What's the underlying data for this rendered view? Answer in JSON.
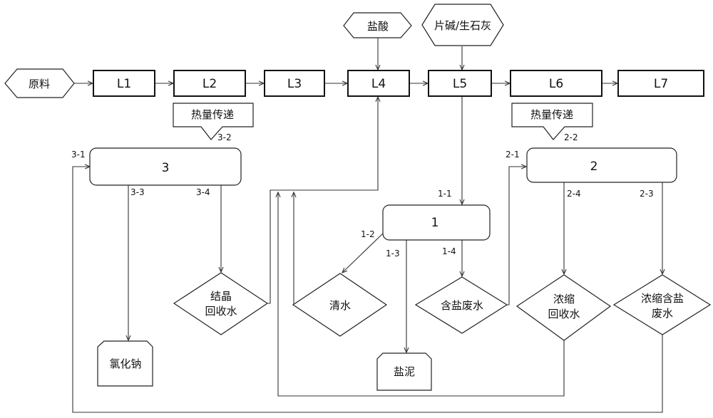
{
  "nodes": {
    "raw": "原料",
    "l1": "L1",
    "l2": "L2",
    "l3": "L3",
    "l4": "L4",
    "l5": "L5",
    "l6": "L6",
    "l7": "L7",
    "hcl": "盐酸",
    "alkali": "片碱/生石灰",
    "heat_left": "热量传递",
    "heat_right": "热量传递",
    "unit3": "3",
    "unit2": "2",
    "unit1": "1",
    "cryst_water_1": "结晶",
    "cryst_water_2": "回收水",
    "clear_water": "清水",
    "salt_wastewater": "含盐废水",
    "conc_water_1": "浓缩",
    "conc_water_2": "回收水",
    "conc_salt_1": "浓缩含盐",
    "conc_salt_2": "废水",
    "nacl": "氯化钠",
    "salt_mud": "盐泥"
  },
  "ports": {
    "p3_1": "3-1",
    "p3_2": "3-2",
    "p3_3": "3-3",
    "p3_4": "3-4",
    "p2_1": "2-1",
    "p2_2": "2-2",
    "p2_3": "2-3",
    "p2_4": "2-4",
    "p1_1": "1-1",
    "p1_2": "1-2",
    "p1_3": "1-3",
    "p1_4": "1-4"
  }
}
